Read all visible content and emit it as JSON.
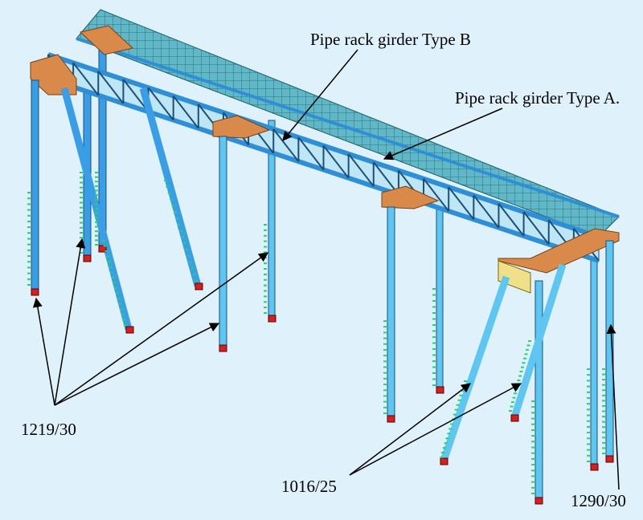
{
  "labels": {
    "girder_b": "Pipe rack girder Type B",
    "girder_a": "Pipe rack girder Type A.",
    "pile_1219": "1219/30",
    "pile_1016": "1016/25",
    "pile_1290": "1290/30"
  },
  "colors": {
    "background": "#dff1fb",
    "deck": "#5fb8c8",
    "deck_grid": "#1f5f6a",
    "girder": "#2f8fd6",
    "column": "#3a9ee6",
    "pile_light": "#5ec6f0",
    "cap_beam": "#d98a4a",
    "cap_beam_light": "#f0e08a",
    "support": "#d62020",
    "spring": "#27d36b",
    "arrow": "#000000"
  }
}
